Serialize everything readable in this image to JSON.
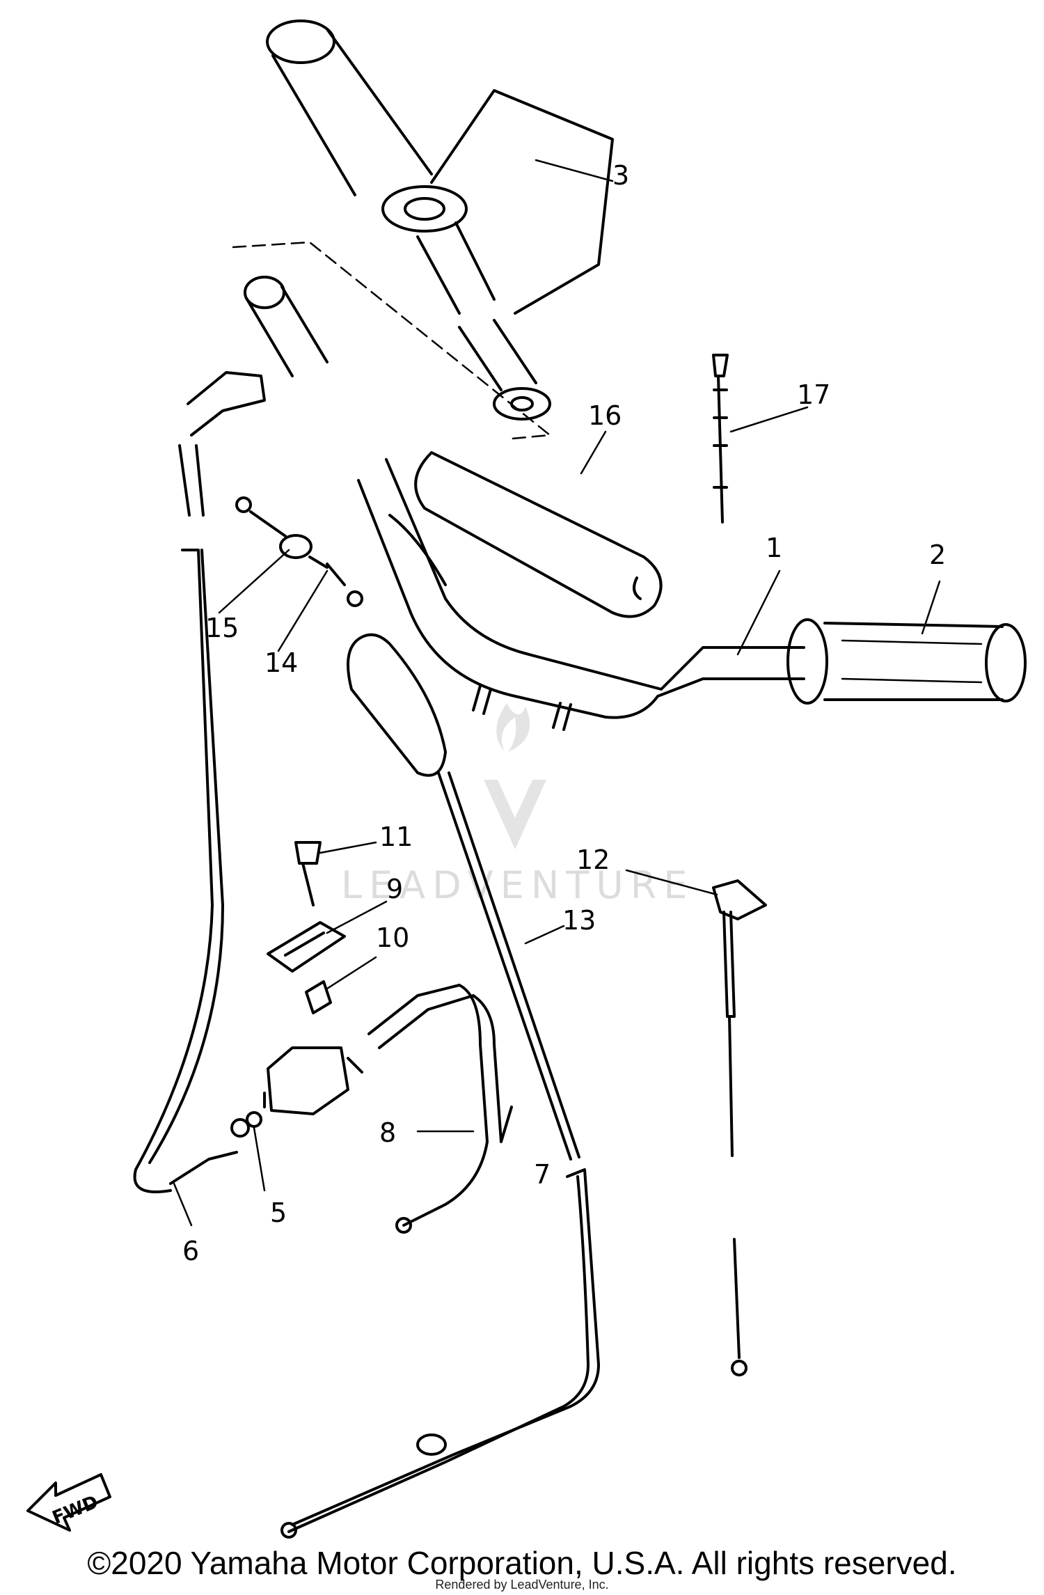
{
  "watermark": {
    "brand": "LEADVENTURE",
    "color": "#dcdcdc"
  },
  "fwd_arrow": {
    "label": "FWD"
  },
  "parts": [
    {
      "id": "1",
      "label": "1"
    },
    {
      "id": "2",
      "label": "2"
    },
    {
      "id": "3",
      "label": "3"
    },
    {
      "id": "5",
      "label": "5"
    },
    {
      "id": "6",
      "label": "6"
    },
    {
      "id": "7",
      "label": "7"
    },
    {
      "id": "8",
      "label": "8"
    },
    {
      "id": "9",
      "label": "9"
    },
    {
      "id": "10",
      "label": "10"
    },
    {
      "id": "11",
      "label": "11"
    },
    {
      "id": "12",
      "label": "12"
    },
    {
      "id": "13",
      "label": "13"
    },
    {
      "id": "14",
      "label": "14"
    },
    {
      "id": "15",
      "label": "15"
    },
    {
      "id": "16",
      "label": "16"
    },
    {
      "id": "17",
      "label": "17"
    }
  ],
  "footer": {
    "copyright": "©2020 Yamaha Motor Corporation, U.S.A. All rights reserved.",
    "rendered_by": "Rendered by LeadVenture, Inc."
  }
}
